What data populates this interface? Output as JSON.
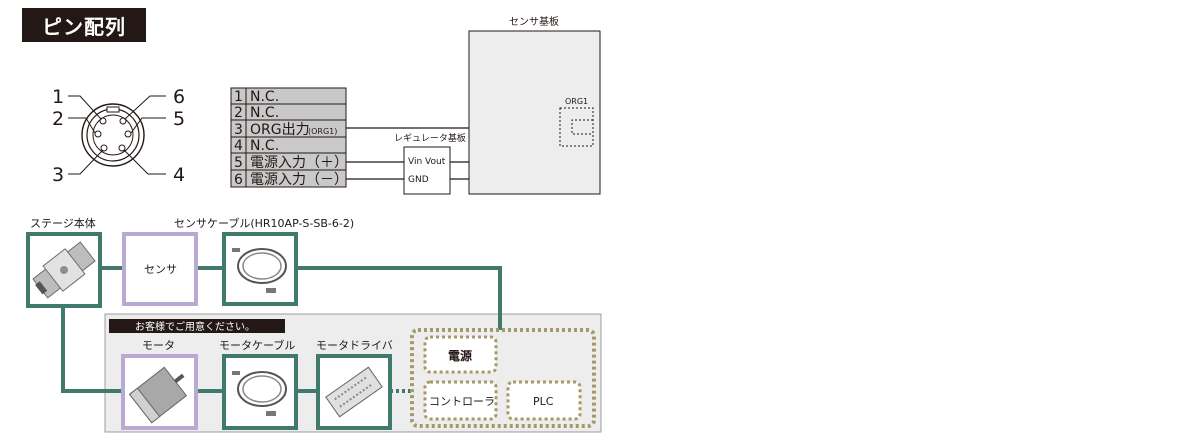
{
  "header": {
    "title": "ピン配列"
  },
  "connector": {
    "pin_numbers": [
      "1",
      "2",
      "3",
      "6",
      "5",
      "4"
    ]
  },
  "pin_table": {
    "rows": [
      {
        "num": "1",
        "label": "N.C.",
        "sub": ""
      },
      {
        "num": "2",
        "label": "N.C.",
        "sub": ""
      },
      {
        "num": "3",
        "label": "ORG出力",
        "sub": "(ORG1)"
      },
      {
        "num": "4",
        "label": "N.C.",
        "sub": ""
      },
      {
        "num": "5",
        "label": "電源入力（＋）",
        "sub": ""
      },
      {
        "num": "6",
        "label": "電源入力（－）",
        "sub": ""
      }
    ]
  },
  "regulator": {
    "title": "レギュレータ基板",
    "vin_vout": "Vin  Vout",
    "gnd": "GND"
  },
  "sensor_board": {
    "title": "センサ基板",
    "org_label": "ORG1"
  },
  "system": {
    "stage_label": "ステージ本体",
    "cable_label": "センサケーブル(HR10AP-S-SB-6-2)",
    "sensor_label": "センサ",
    "customer_note": "お客様でご用意ください。",
    "motor_label": "モータ",
    "motor_cable_label": "モータケーブル",
    "motor_driver_label": "モータドライバ",
    "power_label": "電源",
    "controller_label": "コントローラ",
    "plc_label": "PLC"
  },
  "colors": {
    "teal": "#3f7a6c",
    "lavender": "#b9a9d3",
    "olive_dots": "#a59a67",
    "gray_panel": "#ededed",
    "dark": "#231815"
  }
}
